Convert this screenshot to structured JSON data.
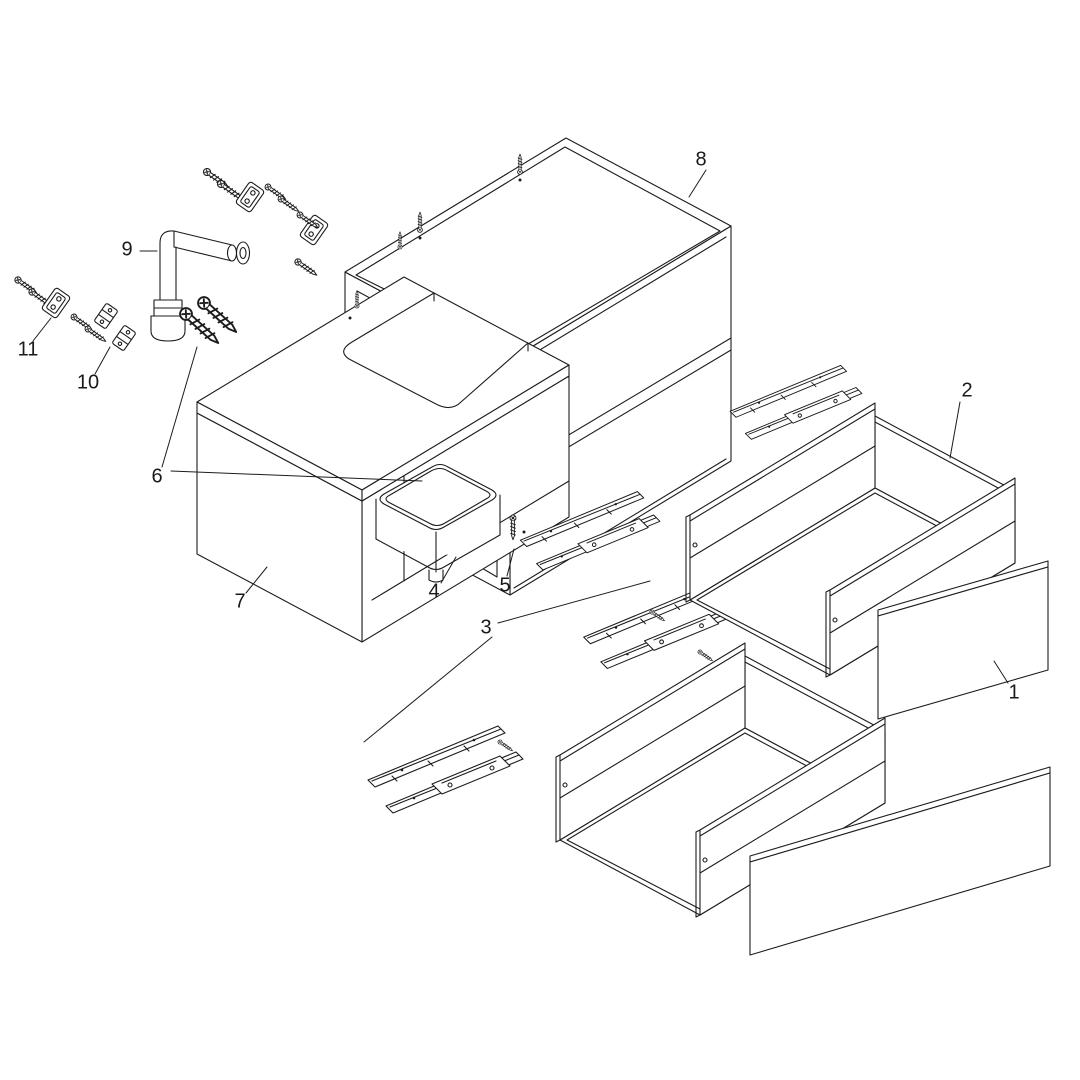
{
  "colors": {
    "line": "#1c1c1c",
    "label": "#1a1a1a",
    "background": "#ffffff"
  },
  "labels": {
    "l1": "1",
    "l2": "2",
    "l3": "3",
    "l4": "4",
    "l5": "5",
    "l6": "6",
    "l7": "7",
    "l8": "8",
    "l9": "9",
    "l10": "10",
    "l11": "11"
  }
}
